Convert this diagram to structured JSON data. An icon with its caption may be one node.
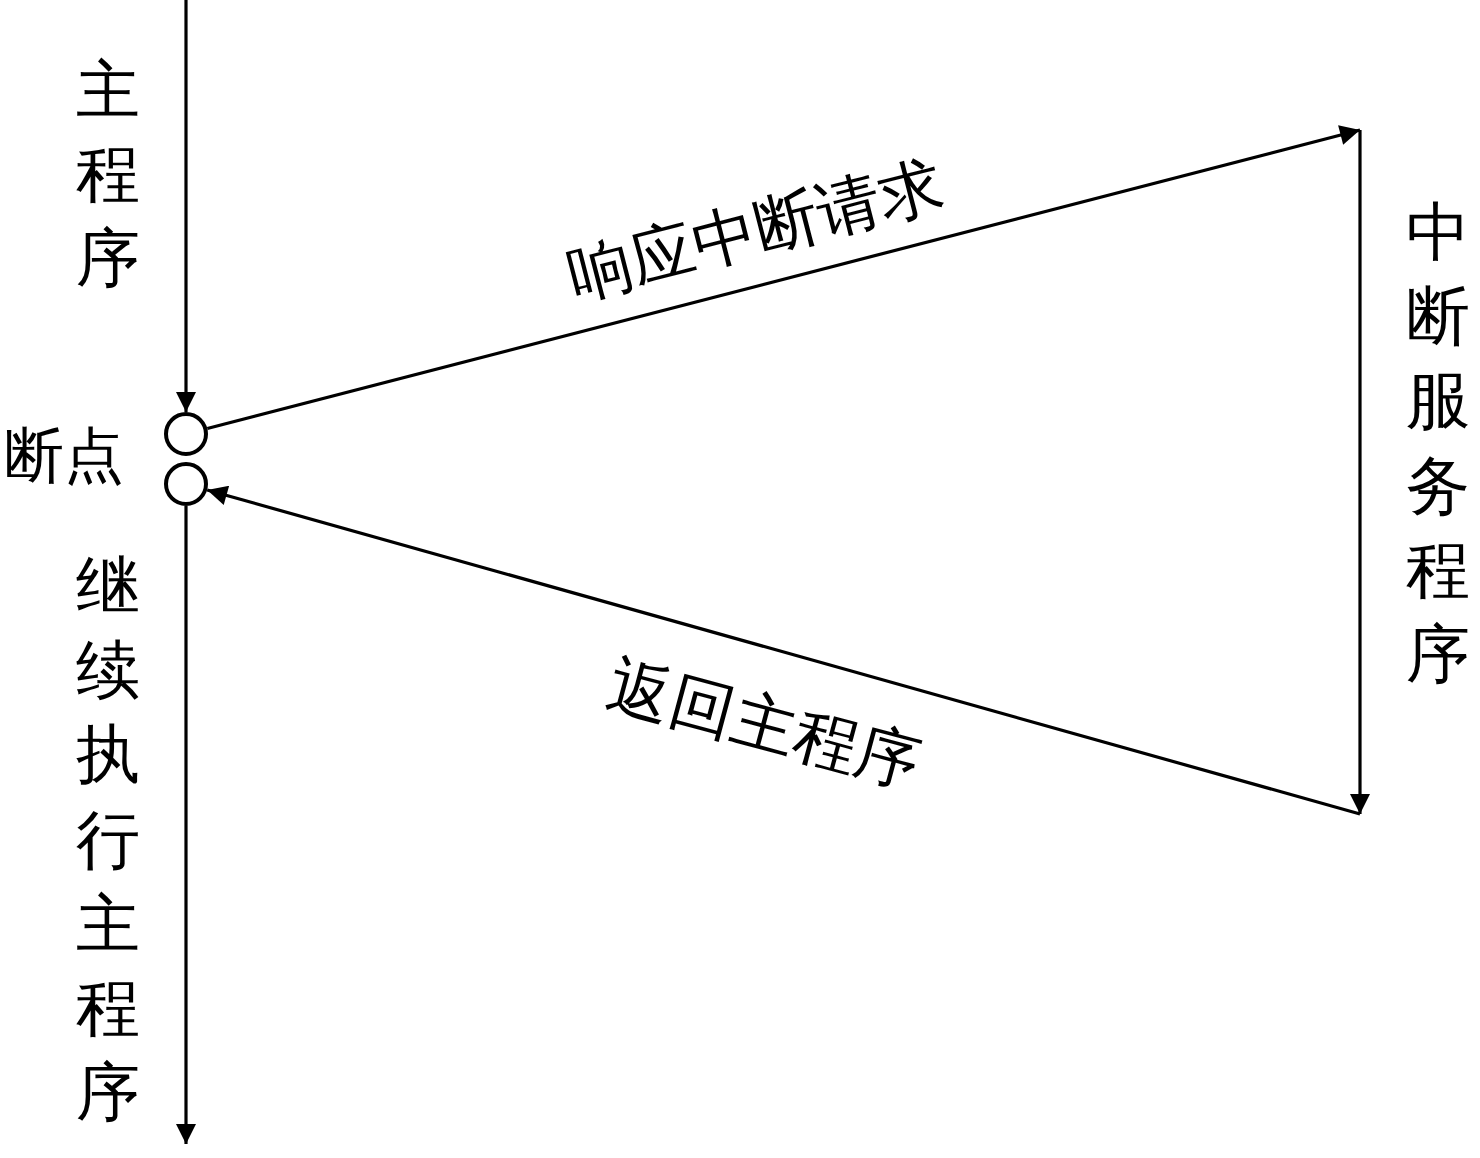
{
  "diagram": {
    "nodes": [
      {
        "text": [],
        "shape": "circle"
      },
      {
        "text": [],
        "shape": "circle"
      }
    ],
    "edges": [
      {
        "from": null,
        "to": 0,
        "arrow": "to",
        "label": "主程序"
      },
      {
        "from": 0,
        "to": null,
        "arrow": "to",
        "label": "响应中断请求"
      },
      {
        "from": null,
        "to": 1,
        "arrow": "to",
        "label": "返回主程序"
      },
      {
        "from": 1,
        "to": null,
        "arrow": "to",
        "label": "继续执行主程序"
      }
    ],
    "labels": [
      "断点",
      "中断服务程序"
    ]
  }
}
